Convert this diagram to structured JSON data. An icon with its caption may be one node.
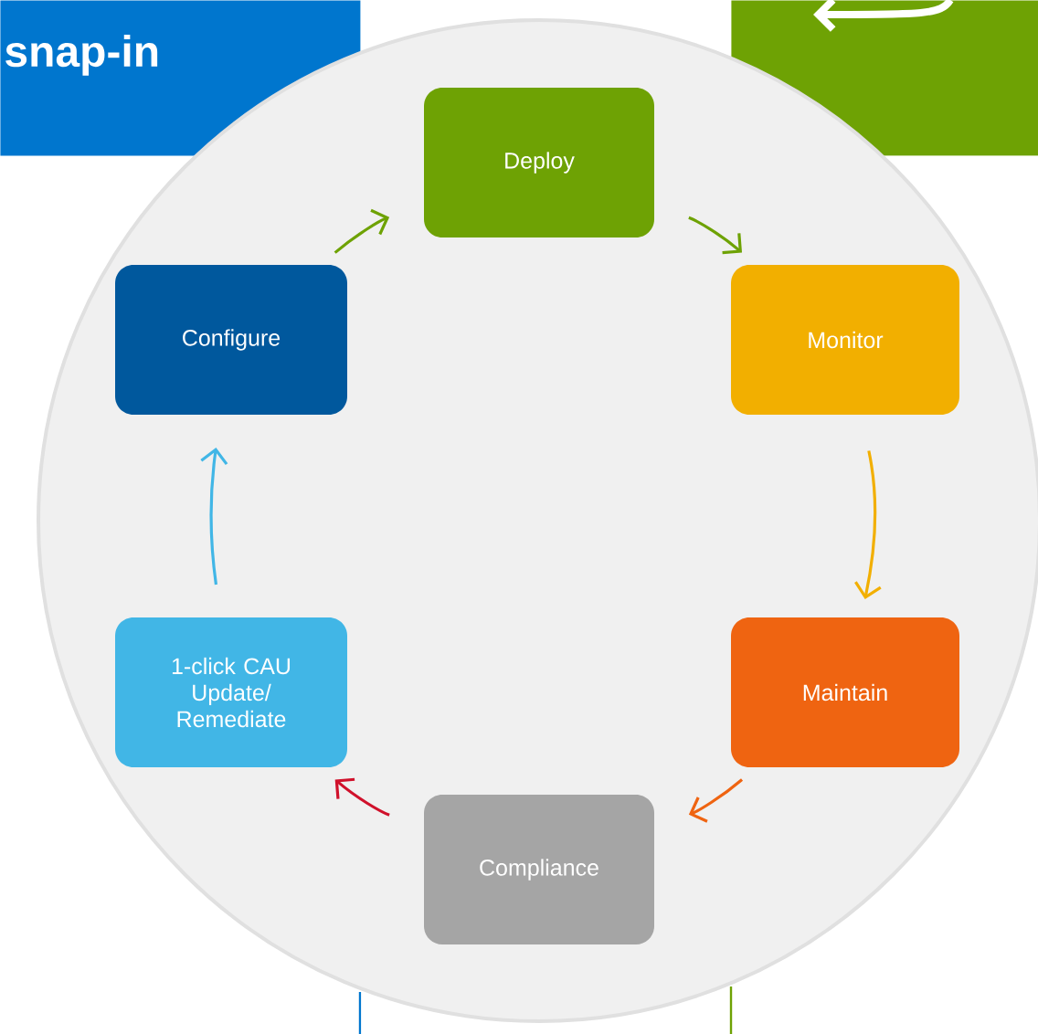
{
  "diagram": {
    "nodes": [
      {
        "text": [
          "snap-in"
        ]
      },
      {
        "text": [],
        "shape": "box"
      },
      {
        "text": [
          "Deploy"
        ]
      },
      {
        "text": [
          "Monitor"
        ]
      },
      {
        "text": [
          "Maintain"
        ]
      },
      {
        "text": [
          "Compliance"
        ]
      },
      {
        "text": [
          "1-click CAU Update/ Remediate"
        ]
      },
      {
        "text": [
          "Configure"
        ]
      }
    ],
    "edges": [
      {
        "from": 7,
        "to": 2,
        "arrow": "to",
        "color": "#6ea204"
      },
      {
        "from": 2,
        "to": 3,
        "arrow": "to",
        "color": "#6ea204"
      },
      {
        "from": 3,
        "to": 4,
        "arrow": "to",
        "color": "#f2af00"
      },
      {
        "from": 4,
        "to": 5,
        "arrow": "to",
        "color": "#ef6411"
      },
      {
        "from": 5,
        "to": 6,
        "arrow": "to",
        "color": "#d0112b"
      },
      {
        "from": 6,
        "to": 7,
        "arrow": "to",
        "color": "#41b6e6"
      }
    ]
  }
}
